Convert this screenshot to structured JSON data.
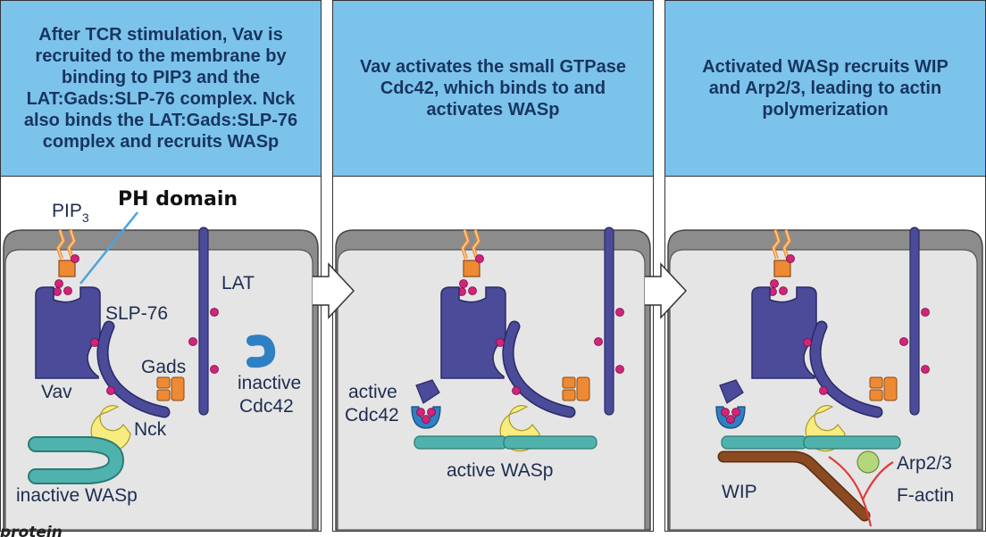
{
  "panels": [
    {
      "header_lines": [
        "After TCR stimulation, Vav is",
        "recruited to the membrane by",
        "binding to PIP3 and the",
        "LAT:Gads:SLP-76 complex. Nck",
        "also binds the LAT:Gads:SLP-76",
        "complex and recruits WASp"
      ]
    },
    {
      "header_lines": [
        "Vav activates the small GTPase",
        "Cdc42, which binds to and",
        "activates WASp"
      ]
    },
    {
      "header_lines": [
        "Activated WASp recruits WIP",
        "and Arp2/3, leading to actin",
        "polymerization"
      ]
    }
  ],
  "labels": {
    "pip3": "PIP",
    "pip3_sub": "3",
    "ph_domain": "PH domain",
    "lat": "LAT",
    "slp76": "SLP-76",
    "gads": "Gads",
    "vav": "Vav",
    "nck": "Nck",
    "inactive_cdc42_1": "inactive",
    "inactive_cdc42_2": "Cdc42",
    "inactive_wasp": "inactive WASp",
    "active_cdc42_1": "active",
    "active_cdc42_2": "Cdc42",
    "active_wasp": "active WASp",
    "arp23": "Arp2/3",
    "wip": "WIP",
    "factin": "F-actin",
    "footer": "protein"
  },
  "colors": {
    "header_bg": "#7cc3ec",
    "header_text": "#17355f",
    "membrane": "#8c8c8c",
    "cytoplasm": "#e5e5e5",
    "purple": "#4b4b9a",
    "pink": "#d1247a",
    "orange": "#ee8a33",
    "yellow": "#f8ec80",
    "teal": "#4fb2ad",
    "blue": "#2f7fc4",
    "brown": "#8b4a22",
    "green": "#b5d67a",
    "red": "#e23a3a",
    "ph_line": "#4aa3e0"
  }
}
